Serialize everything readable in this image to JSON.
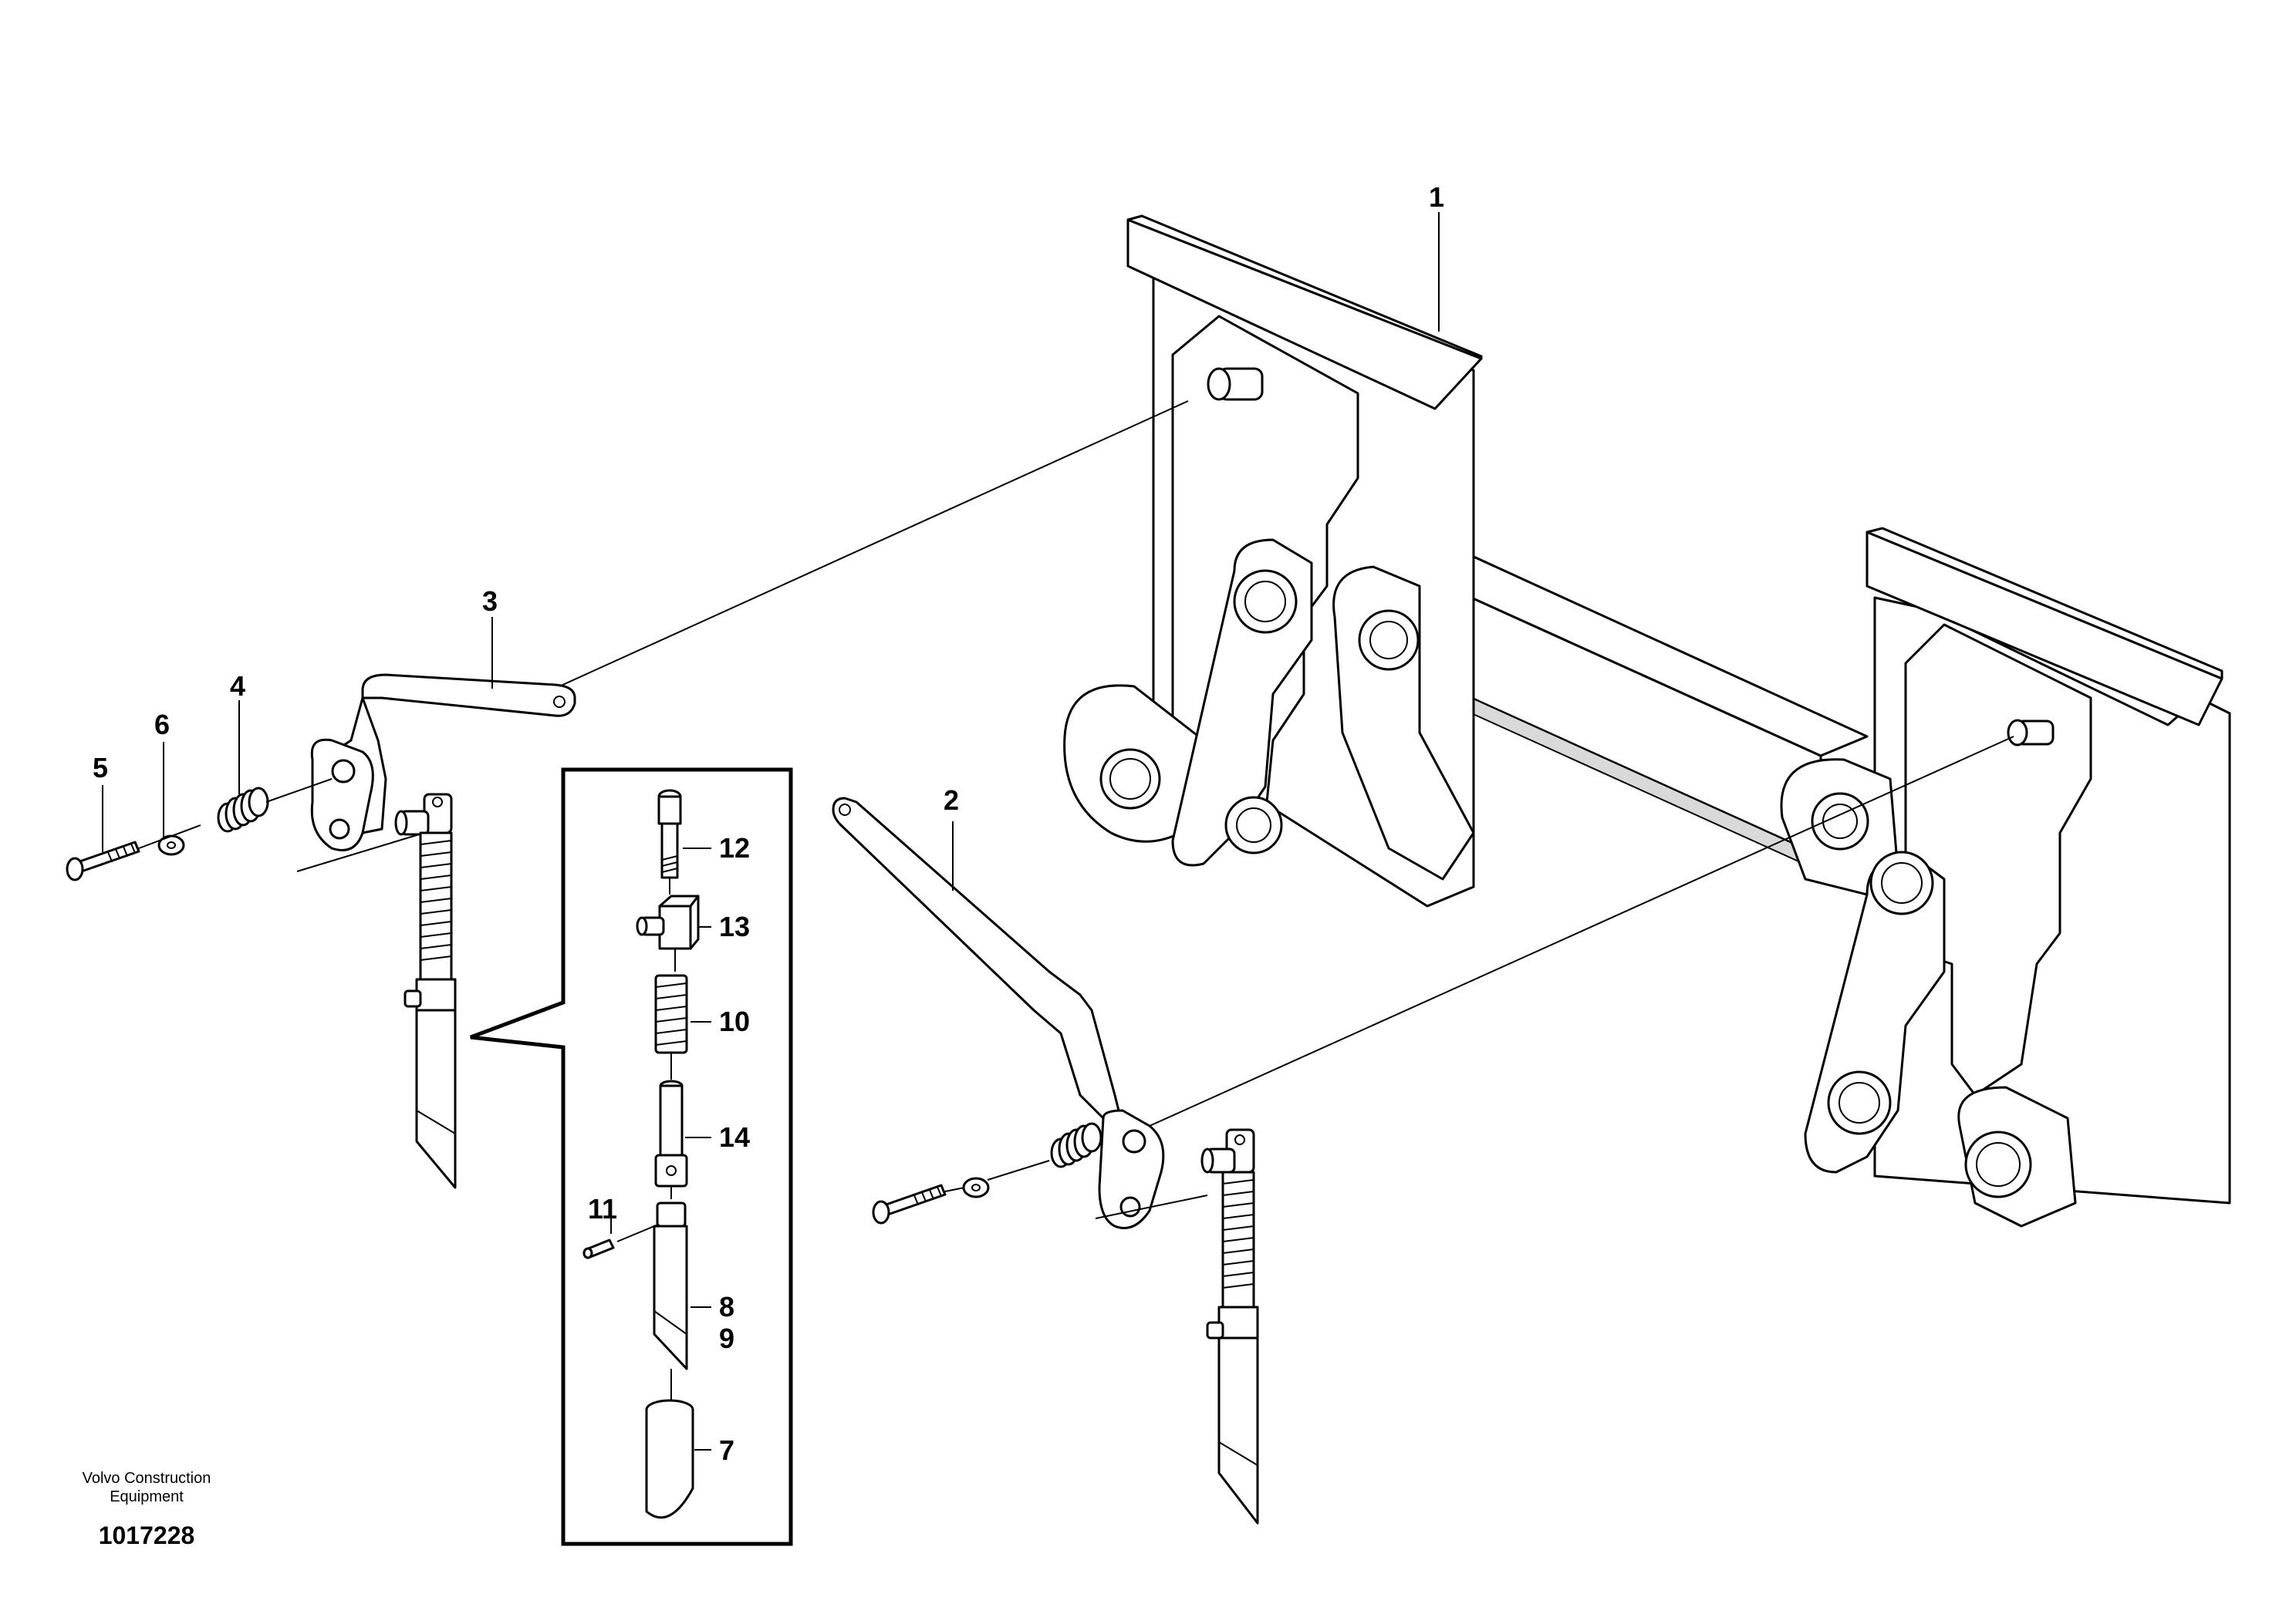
{
  "figure": {
    "publisher_line1": "Volvo Construction",
    "publisher_line2": "Equipment",
    "figure_number": "1017228"
  },
  "callouts": [
    {
      "id": "c1",
      "text": "1"
    },
    {
      "id": "c2",
      "text": "2"
    },
    {
      "id": "c3",
      "text": "3"
    },
    {
      "id": "c4",
      "text": "4"
    },
    {
      "id": "c5",
      "text": "5"
    },
    {
      "id": "c6",
      "text": "6"
    },
    {
      "id": "c7",
      "text": "7"
    },
    {
      "id": "c8",
      "text": "8"
    },
    {
      "id": "c9",
      "text": "9"
    },
    {
      "id": "c10",
      "text": "10"
    },
    {
      "id": "c11",
      "text": "11"
    },
    {
      "id": "c12",
      "text": "12"
    },
    {
      "id": "c13",
      "text": "13"
    },
    {
      "id": "c14",
      "text": "14"
    }
  ],
  "colors": {
    "line": "#000000",
    "background": "#ffffff"
  }
}
